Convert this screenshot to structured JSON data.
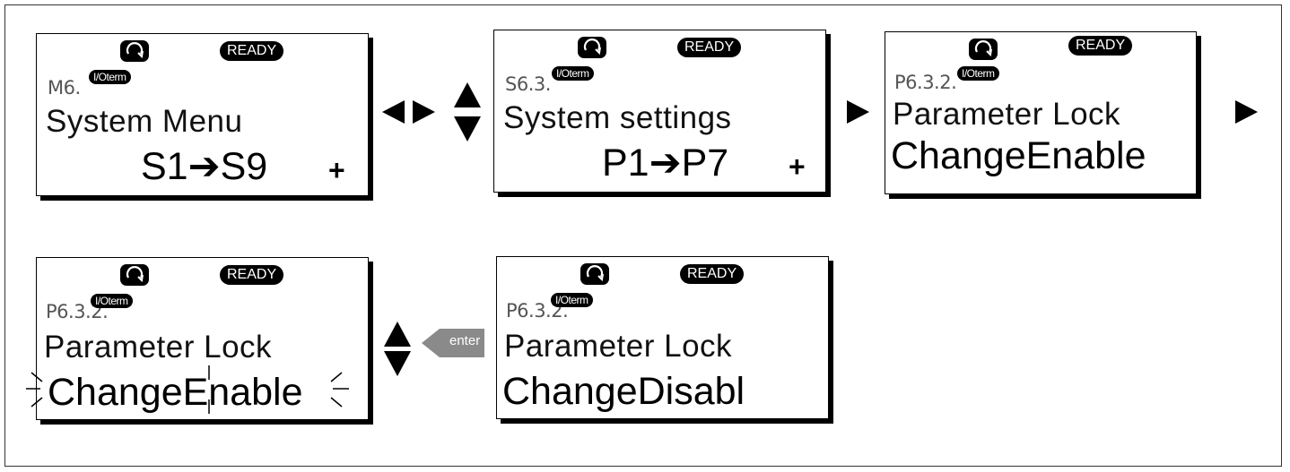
{
  "panels": [
    {
      "code": "M6.",
      "title": "System Menu",
      "value": "S1➔S9",
      "plus": "+",
      "ready": "READY",
      "ioterm": "I/Oterm"
    },
    {
      "code": "S6.3.",
      "title": "System settings",
      "value": "P1➔P7",
      "plus": "+",
      "ready": "READY",
      "ioterm": "I/Oterm"
    },
    {
      "code": "P6.3.2.",
      "title": "Parameter Lock",
      "value": "ChangeEnable",
      "ready": "READY",
      "ioterm": "I/Oterm"
    },
    {
      "code": "P6.3.2.",
      "title": "Parameter Lock",
      "value": "ChangeEnable",
      "ready": "READY",
      "ioterm": "I/Oterm"
    },
    {
      "code": "P6.3.2.",
      "title": "Parameter Lock",
      "value": "ChangeDisabl",
      "ready": "READY",
      "ioterm": "I/Oterm"
    }
  ],
  "enter_key": {
    "label": "enter"
  },
  "icons": {
    "rotation": "rotation-direction-icon",
    "arrows": [
      "arrow-left-icon",
      "arrow-right-icon",
      "arrow-up-icon",
      "arrow-down-icon"
    ],
    "blink": "blinking-indicator-icon"
  },
  "colors": {
    "ink": "#000000",
    "code_text": "#555555",
    "enter_key": "#888888"
  }
}
